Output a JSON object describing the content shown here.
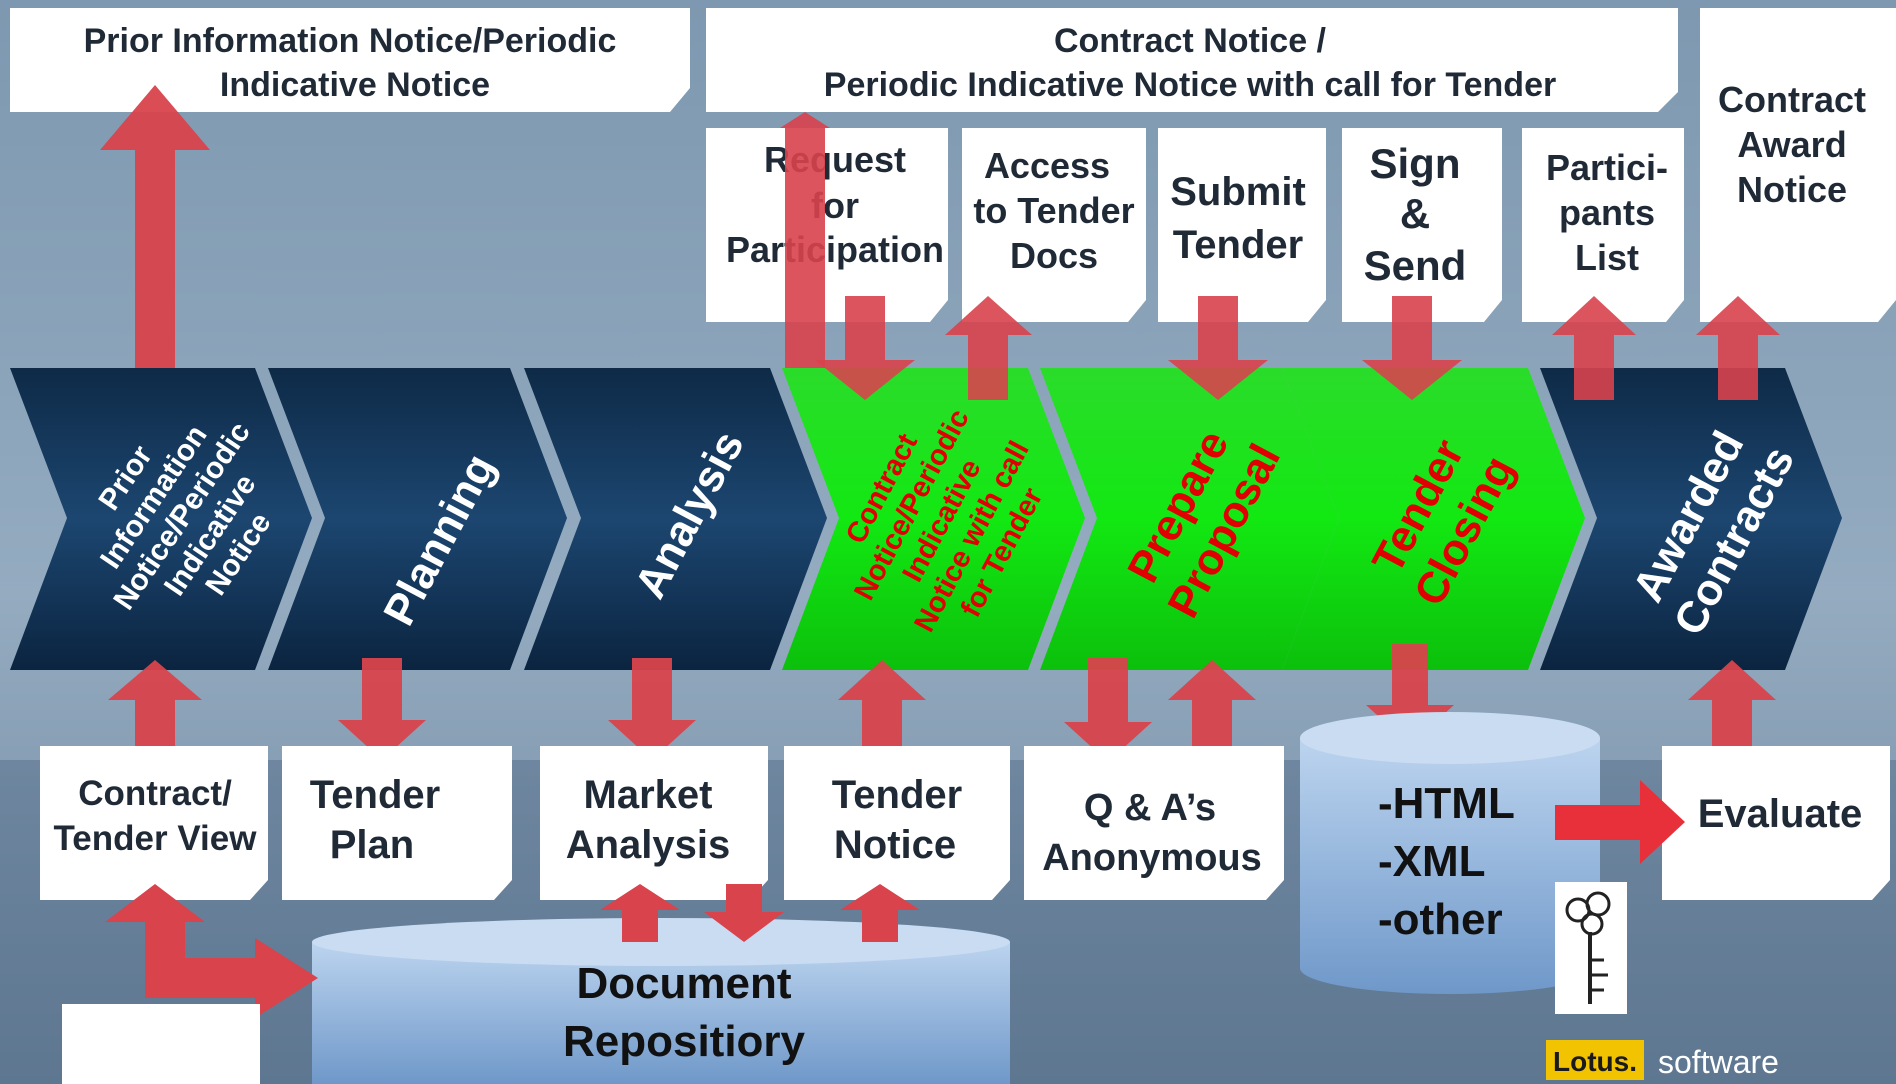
{
  "colors": {
    "background": "#8aa3b8",
    "chevron_dark": "#14385c",
    "chevron_green": "#17d417",
    "arrow_red": "#d8434c",
    "note_white": "#ffffff",
    "db_blue": "#8fb4df",
    "green_text": "#e00000"
  },
  "top_notes": {
    "prior": {
      "line1": "Prior Information Notice/Periodic",
      "line2": "Indicative Notice"
    },
    "contract": {
      "line1": "Contract Notice /",
      "line2": "Periodic Indicative Notice with call for Tender"
    },
    "request": {
      "line1": "Request",
      "line2": "for",
      "line3": "Participation"
    },
    "access": {
      "line1": "Access",
      "line2": "to Tender",
      "line3": "Docs"
    },
    "submit": {
      "line1": "Submit",
      "line2": "Tender"
    },
    "sign": {
      "line1": "Sign",
      "line2": "&",
      "line3": "Send"
    },
    "participants": {
      "line1": "Partici-",
      "line2": "pants",
      "line3": "List"
    },
    "award": {
      "line1": "Contract",
      "line2": "Award",
      "line3": "Notice"
    }
  },
  "stages": {
    "prior": {
      "l1": "Prior",
      "l2": "Information",
      "l3": "Notice/Periodic",
      "l4": "Indicative",
      "l5": "Notice"
    },
    "planning": {
      "l1": "Planning"
    },
    "analysis": {
      "l1": "Analysis"
    },
    "contract_notice": {
      "l1": "Contract",
      "l2": "Notice/Periodic",
      "l3": "Indicative",
      "l4": "Notice with call",
      "l5": "for Tender"
    },
    "prepare": {
      "l1": "Prepare",
      "l2": "Proposal"
    },
    "closing": {
      "l1": "Tender",
      "l2": "Closing"
    },
    "awarded": {
      "l1": "Awarded",
      "l2": "Contracts"
    }
  },
  "bottom_notes": {
    "contract_view": {
      "line1": "Contract/",
      "line2": "Tender View"
    },
    "tender_plan": {
      "line1": "Tender",
      "line2": "Plan"
    },
    "market": {
      "line1": "Market",
      "line2": "Analysis"
    },
    "tender_notice": {
      "line1": "Tender",
      "line2": "Notice"
    },
    "qa": {
      "line1": "Q & A’s",
      "line2": "Anonymous"
    },
    "evaluate": {
      "line1": "Evaluate"
    }
  },
  "database": {
    "line1": "-HTML",
    "line2": "-XML",
    "line3": "-other"
  },
  "repository": {
    "line1": "Document",
    "line2": "Repositiory"
  },
  "brand": {
    "logo": "Lotus.",
    "suffix": "software"
  }
}
